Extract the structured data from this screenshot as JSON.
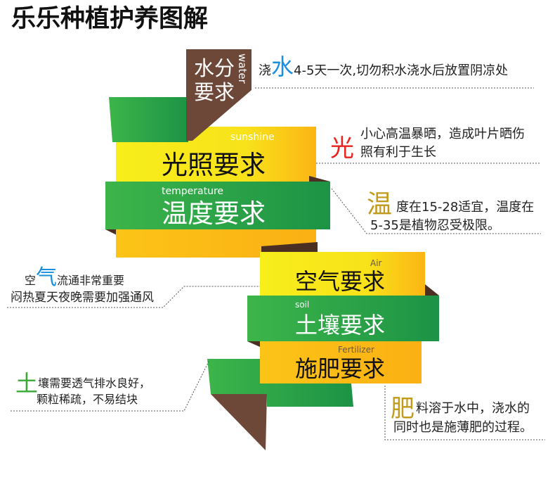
{
  "title": "乐乐种植护养图解",
  "colors": {
    "brown": "#6d4838",
    "brown_dark": "#4b2f22",
    "green_light": "#3db54a",
    "green_dark": "#1c9345",
    "yellow": "#f7ee1b",
    "orange": "#fbb514",
    "water_blue": "#1a8fe0",
    "light_red": "#e8231f",
    "temp_gold": "#c29a1c",
    "air_blue": "#1a8fe0",
    "soil_green": "#3aa935",
    "fert_gold": "#c29a1c"
  },
  "bands": {
    "water": {
      "cn_line1": "水分",
      "cn_line2": "要求",
      "en": "water"
    },
    "sunshine": {
      "cn": "光照要求",
      "en": "sunshine"
    },
    "temperature": {
      "cn": "温度要求",
      "en": "temperature"
    },
    "air": {
      "cn": "空气要求",
      "en": "Air"
    },
    "soil": {
      "cn": "土壤要求",
      "en": "soil"
    },
    "fertilizer": {
      "cn": "施肥要求",
      "en": "Fertilizer"
    }
  },
  "notes": {
    "water": {
      "prefix": "浇",
      "highlight": "水",
      "rest": "4-5天一次,切勿积水浇水后放置阴凉处"
    },
    "light": {
      "highlight": "光",
      "line1": "小心高温暴晒，造成叶片晒伤",
      "line2": "照有利于生长"
    },
    "temperature": {
      "highlight": "温",
      "line1": "度在15-28适宜，温度在",
      "line2": "5-35是植物忍受极限。"
    },
    "air": {
      "prefix": "空",
      "highlight": "气",
      "line1_rest": "流通非常重要",
      "line2": "闷热夏天夜晚需要加强通风"
    },
    "soil": {
      "highlight": "土",
      "line1": "壤需要透气排水良好，",
      "line2": "颗粒稀疏，不易结块"
    },
    "fertilizer": {
      "highlight": "肥",
      "line1": "料溶于水中，浇水的",
      "line2": "同时也是施薄肥的过程。"
    }
  }
}
